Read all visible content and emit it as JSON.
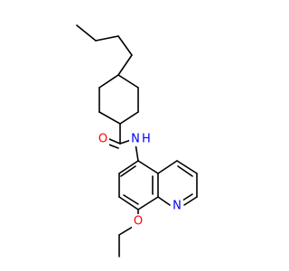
{
  "molecule": {
    "atoms": {
      "amide_oxygen": {
        "symbol": "O",
        "color": "#ff0000"
      },
      "amide_nitrogen": {
        "symbol": "N",
        "hydrogen": "H",
        "color": "#0000ff"
      },
      "quinoline_nitrogen": {
        "symbol": "N",
        "color": "#0000ff"
      },
      "ether_oxygen": {
        "symbol": "O",
        "color": "#ff0000"
      }
    },
    "bond_color": "#000000"
  }
}
